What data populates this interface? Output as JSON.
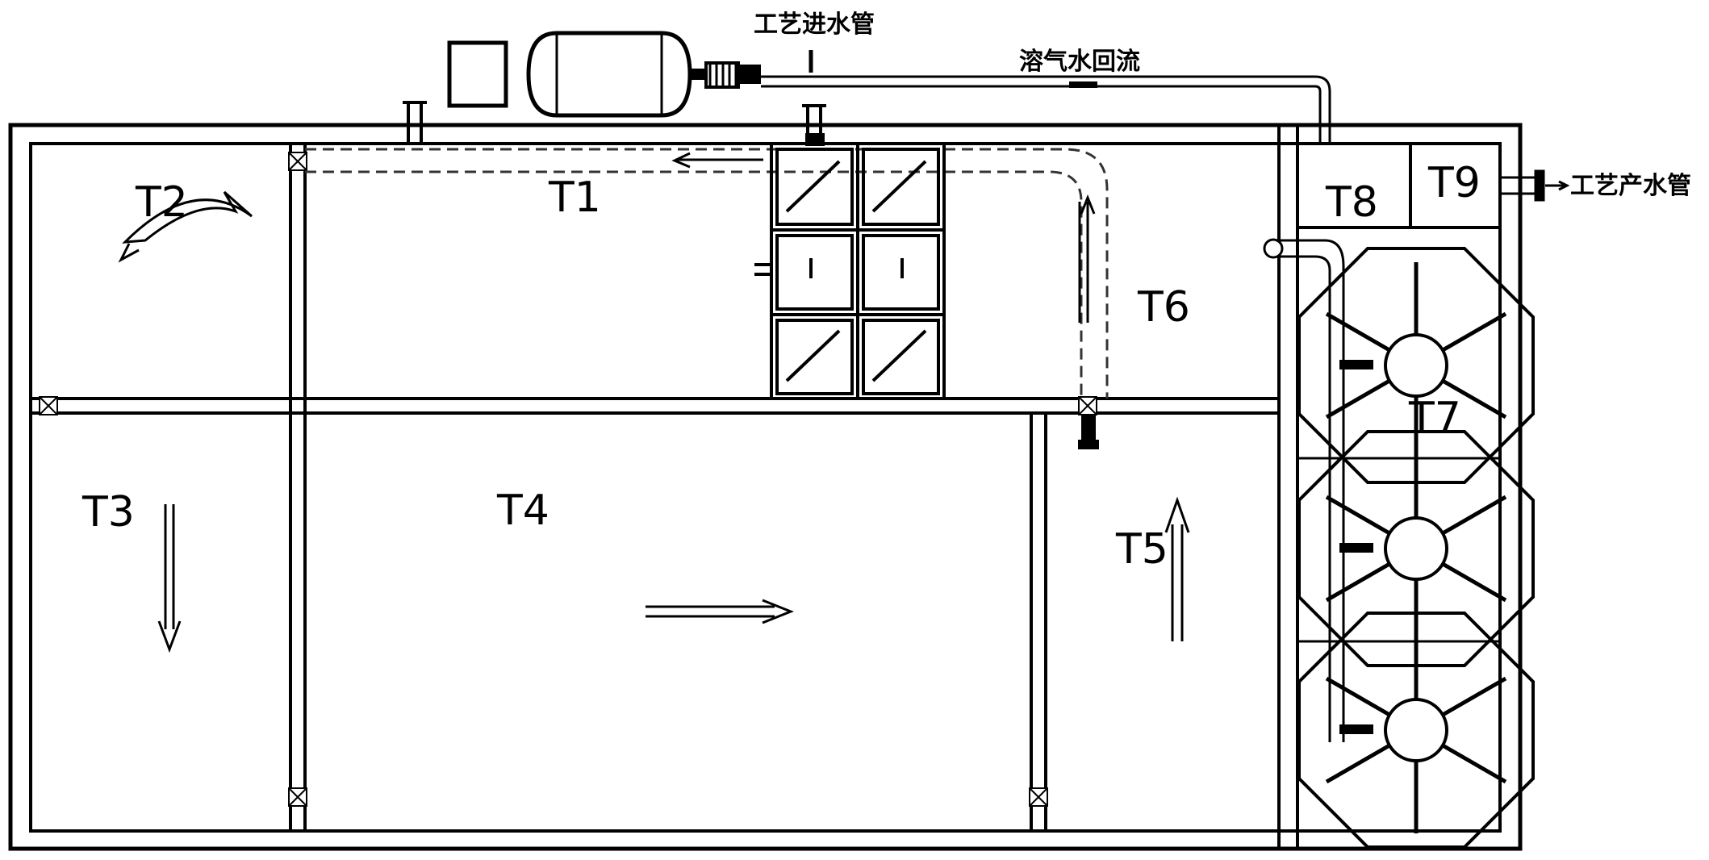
{
  "labels": {
    "inlet_pipe": "工艺进水管",
    "recycle": "溶气水回流",
    "outlet_pipe": "工艺产水管"
  },
  "tanks": {
    "t1": "T1",
    "t2": "T2",
    "t3": "T3",
    "t4": "T4",
    "t5": "T5",
    "t6": "T6",
    "t7": "T7",
    "t8": "T8",
    "t9": "T9"
  },
  "icons": {
    "fan": "octagon-fan-icon",
    "valve": "bowtie-valve-icon",
    "flow_arrow": "flow-arrow-icon"
  },
  "colors": {
    "line": "#000000",
    "background": "#ffffff",
    "pipe_dash": "#333333"
  }
}
